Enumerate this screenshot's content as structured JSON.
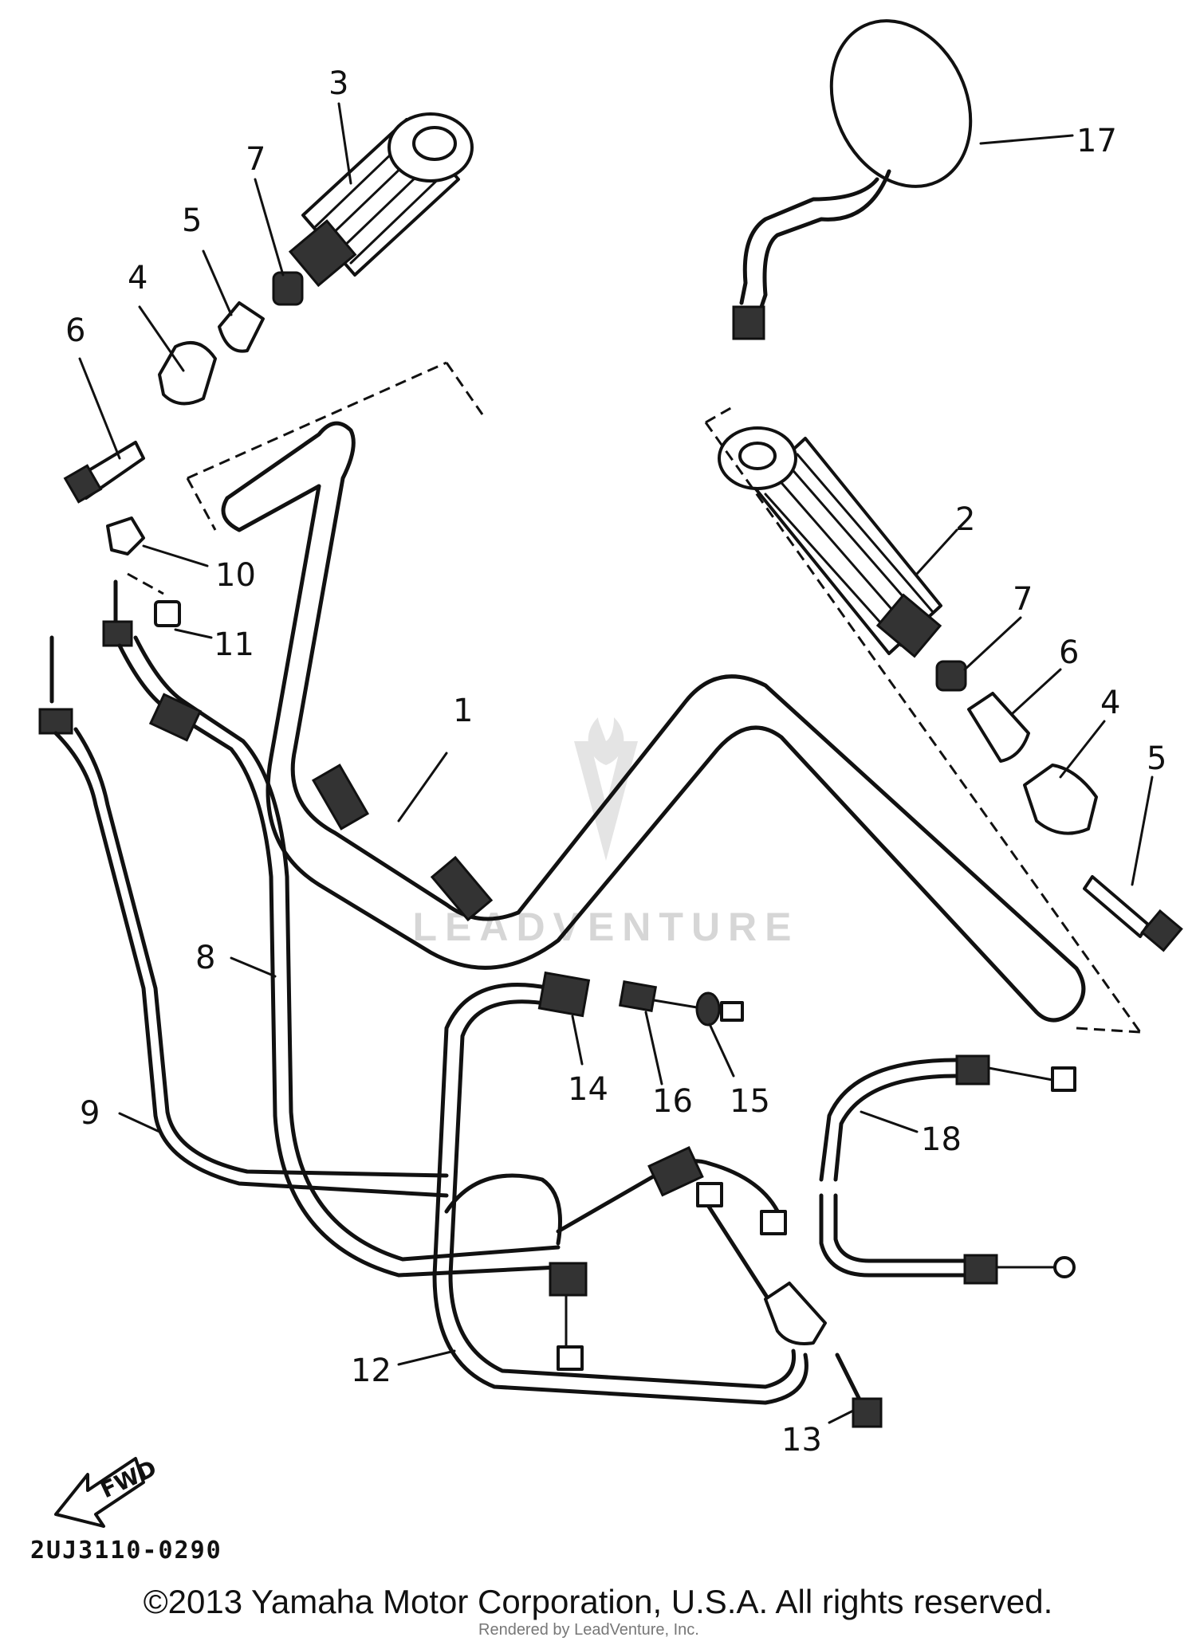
{
  "diagram_code": "2UJ3110-0290",
  "fwd_label": "FWD",
  "watermark": "LEADVENTURE",
  "copyright": "©2013 Yamaha Motor Corporation, U.S.A. All rights reserved.",
  "rendered_by": "Rendered by LeadVenture, Inc.",
  "callouts": [
    {
      "id": "c1",
      "label": "1"
    },
    {
      "id": "c2",
      "label": "2"
    },
    {
      "id": "c3",
      "label": "3"
    },
    {
      "id": "c4a",
      "label": "4"
    },
    {
      "id": "c4b",
      "label": "4"
    },
    {
      "id": "c5a",
      "label": "5"
    },
    {
      "id": "c5b",
      "label": "5"
    },
    {
      "id": "c6a",
      "label": "6"
    },
    {
      "id": "c6b",
      "label": "6"
    },
    {
      "id": "c7a",
      "label": "7"
    },
    {
      "id": "c7b",
      "label": "7"
    },
    {
      "id": "c8",
      "label": "8"
    },
    {
      "id": "c9",
      "label": "9"
    },
    {
      "id": "c10",
      "label": "10"
    },
    {
      "id": "c11",
      "label": "11"
    },
    {
      "id": "c12",
      "label": "12"
    },
    {
      "id": "c13",
      "label": "13"
    },
    {
      "id": "c14",
      "label": "14"
    },
    {
      "id": "c15",
      "label": "15"
    },
    {
      "id": "c16",
      "label": "16"
    },
    {
      "id": "c17",
      "label": "17"
    },
    {
      "id": "c18",
      "label": "18"
    }
  ]
}
